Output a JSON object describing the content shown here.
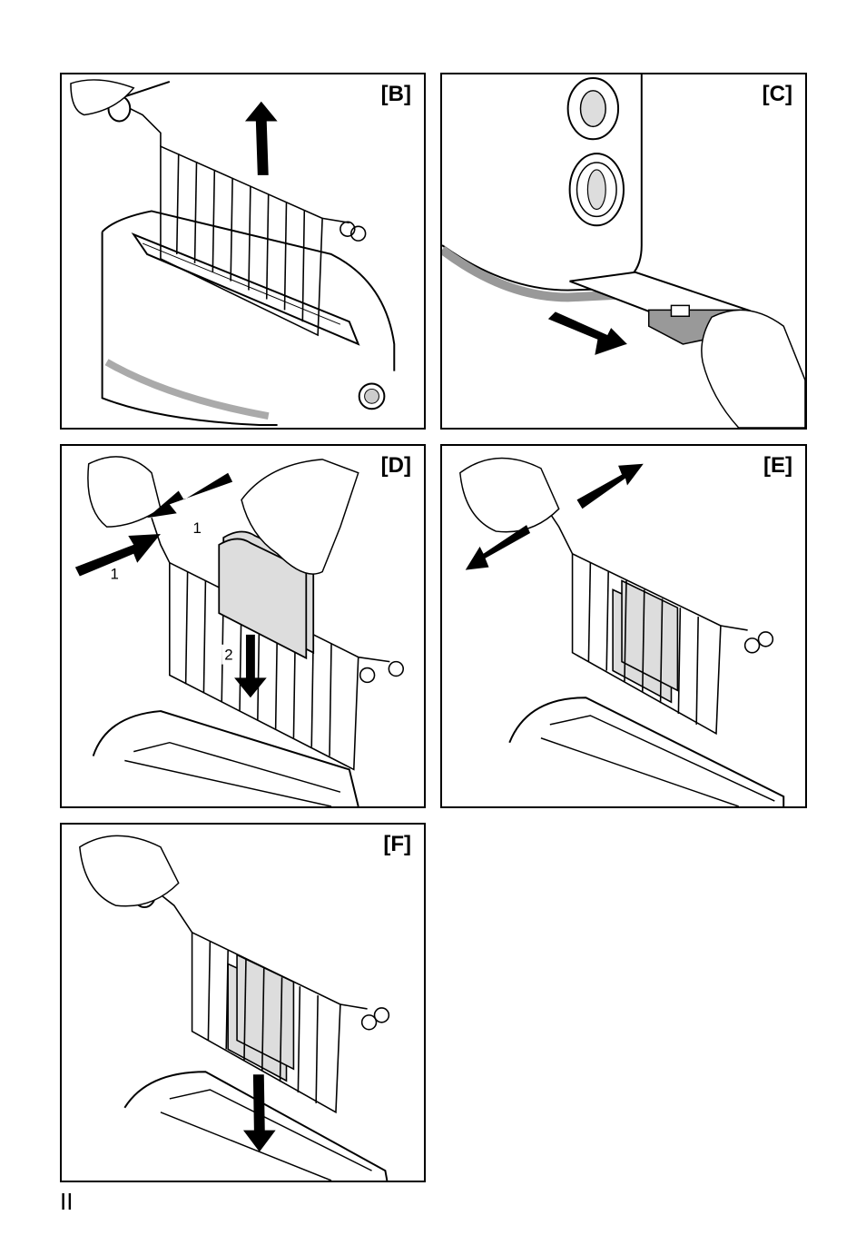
{
  "panels": [
    {
      "label": "[B]"
    },
    {
      "label": "[C]"
    },
    {
      "label": "[D]",
      "callouts": [
        "1",
        "1",
        "2"
      ]
    },
    {
      "label": "[E]"
    },
    {
      "label": "[F]"
    }
  ],
  "page_number": "II"
}
